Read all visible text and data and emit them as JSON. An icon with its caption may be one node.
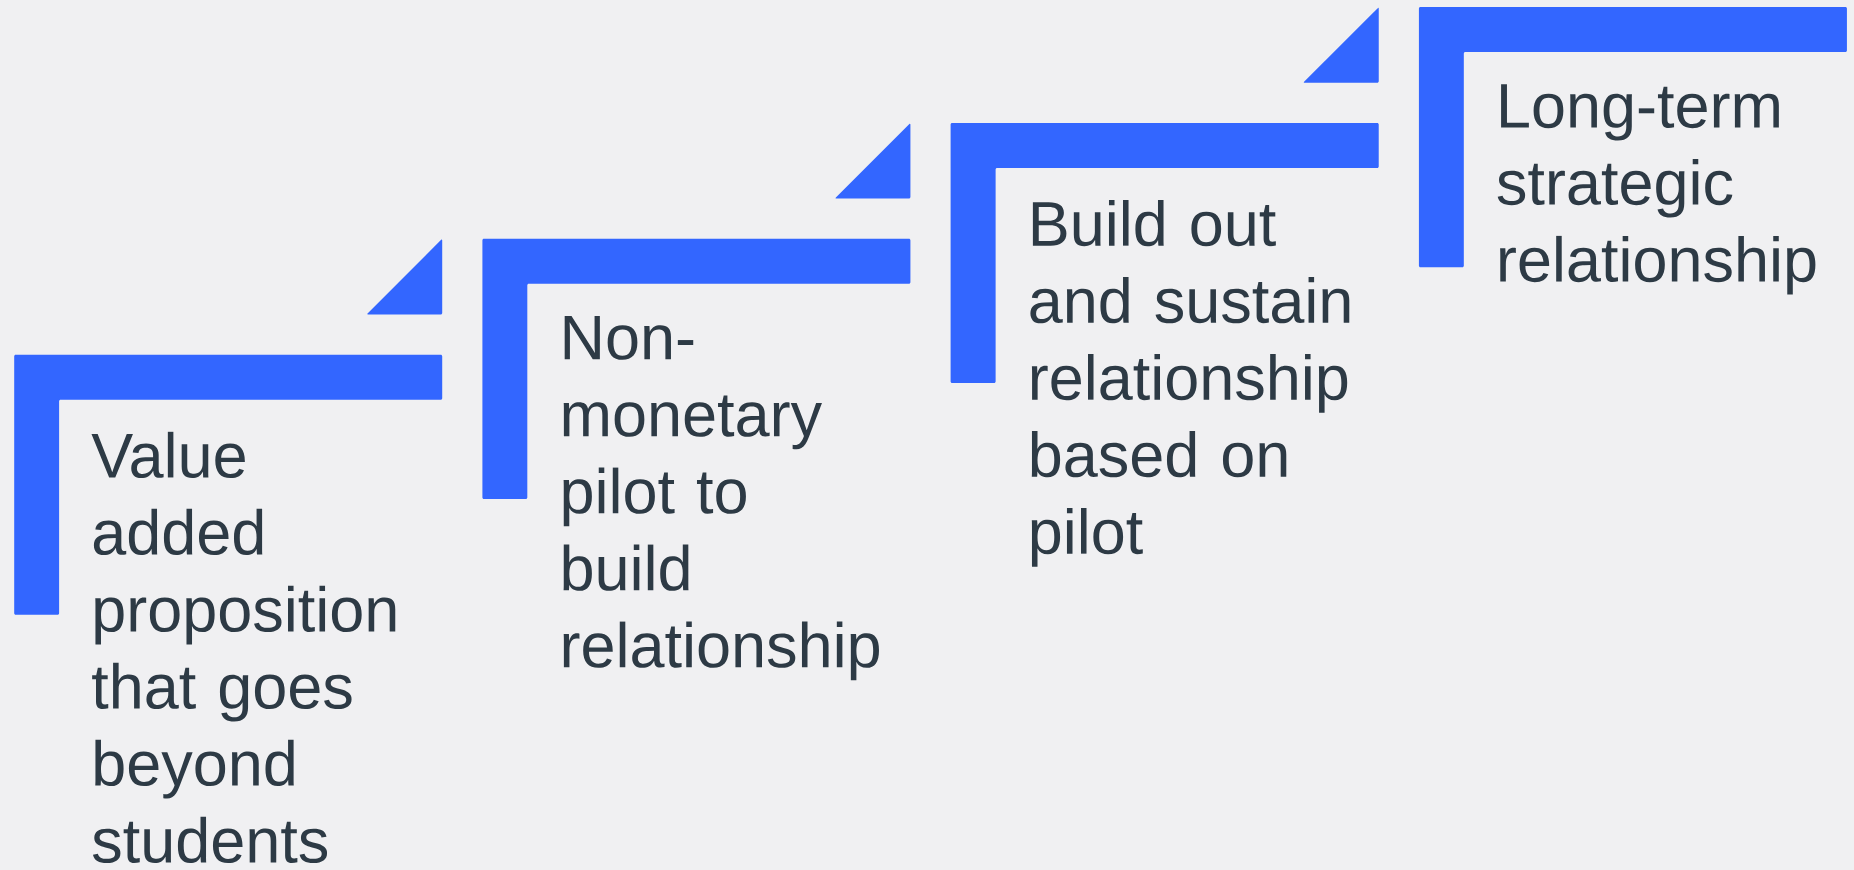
{
  "diagram": {
    "nodes": [
      {
        "text": [
          "Value added proposition that goes beyond students"
        ]
      },
      {
        "text": [
          "Non-monetary pilot to build relationship"
        ]
      },
      {
        "text": [
          "Build out and sustain relationship based on pilot"
        ]
      },
      {
        "text": [
          "Long-term strategic relationship"
        ]
      }
    ]
  }
}
